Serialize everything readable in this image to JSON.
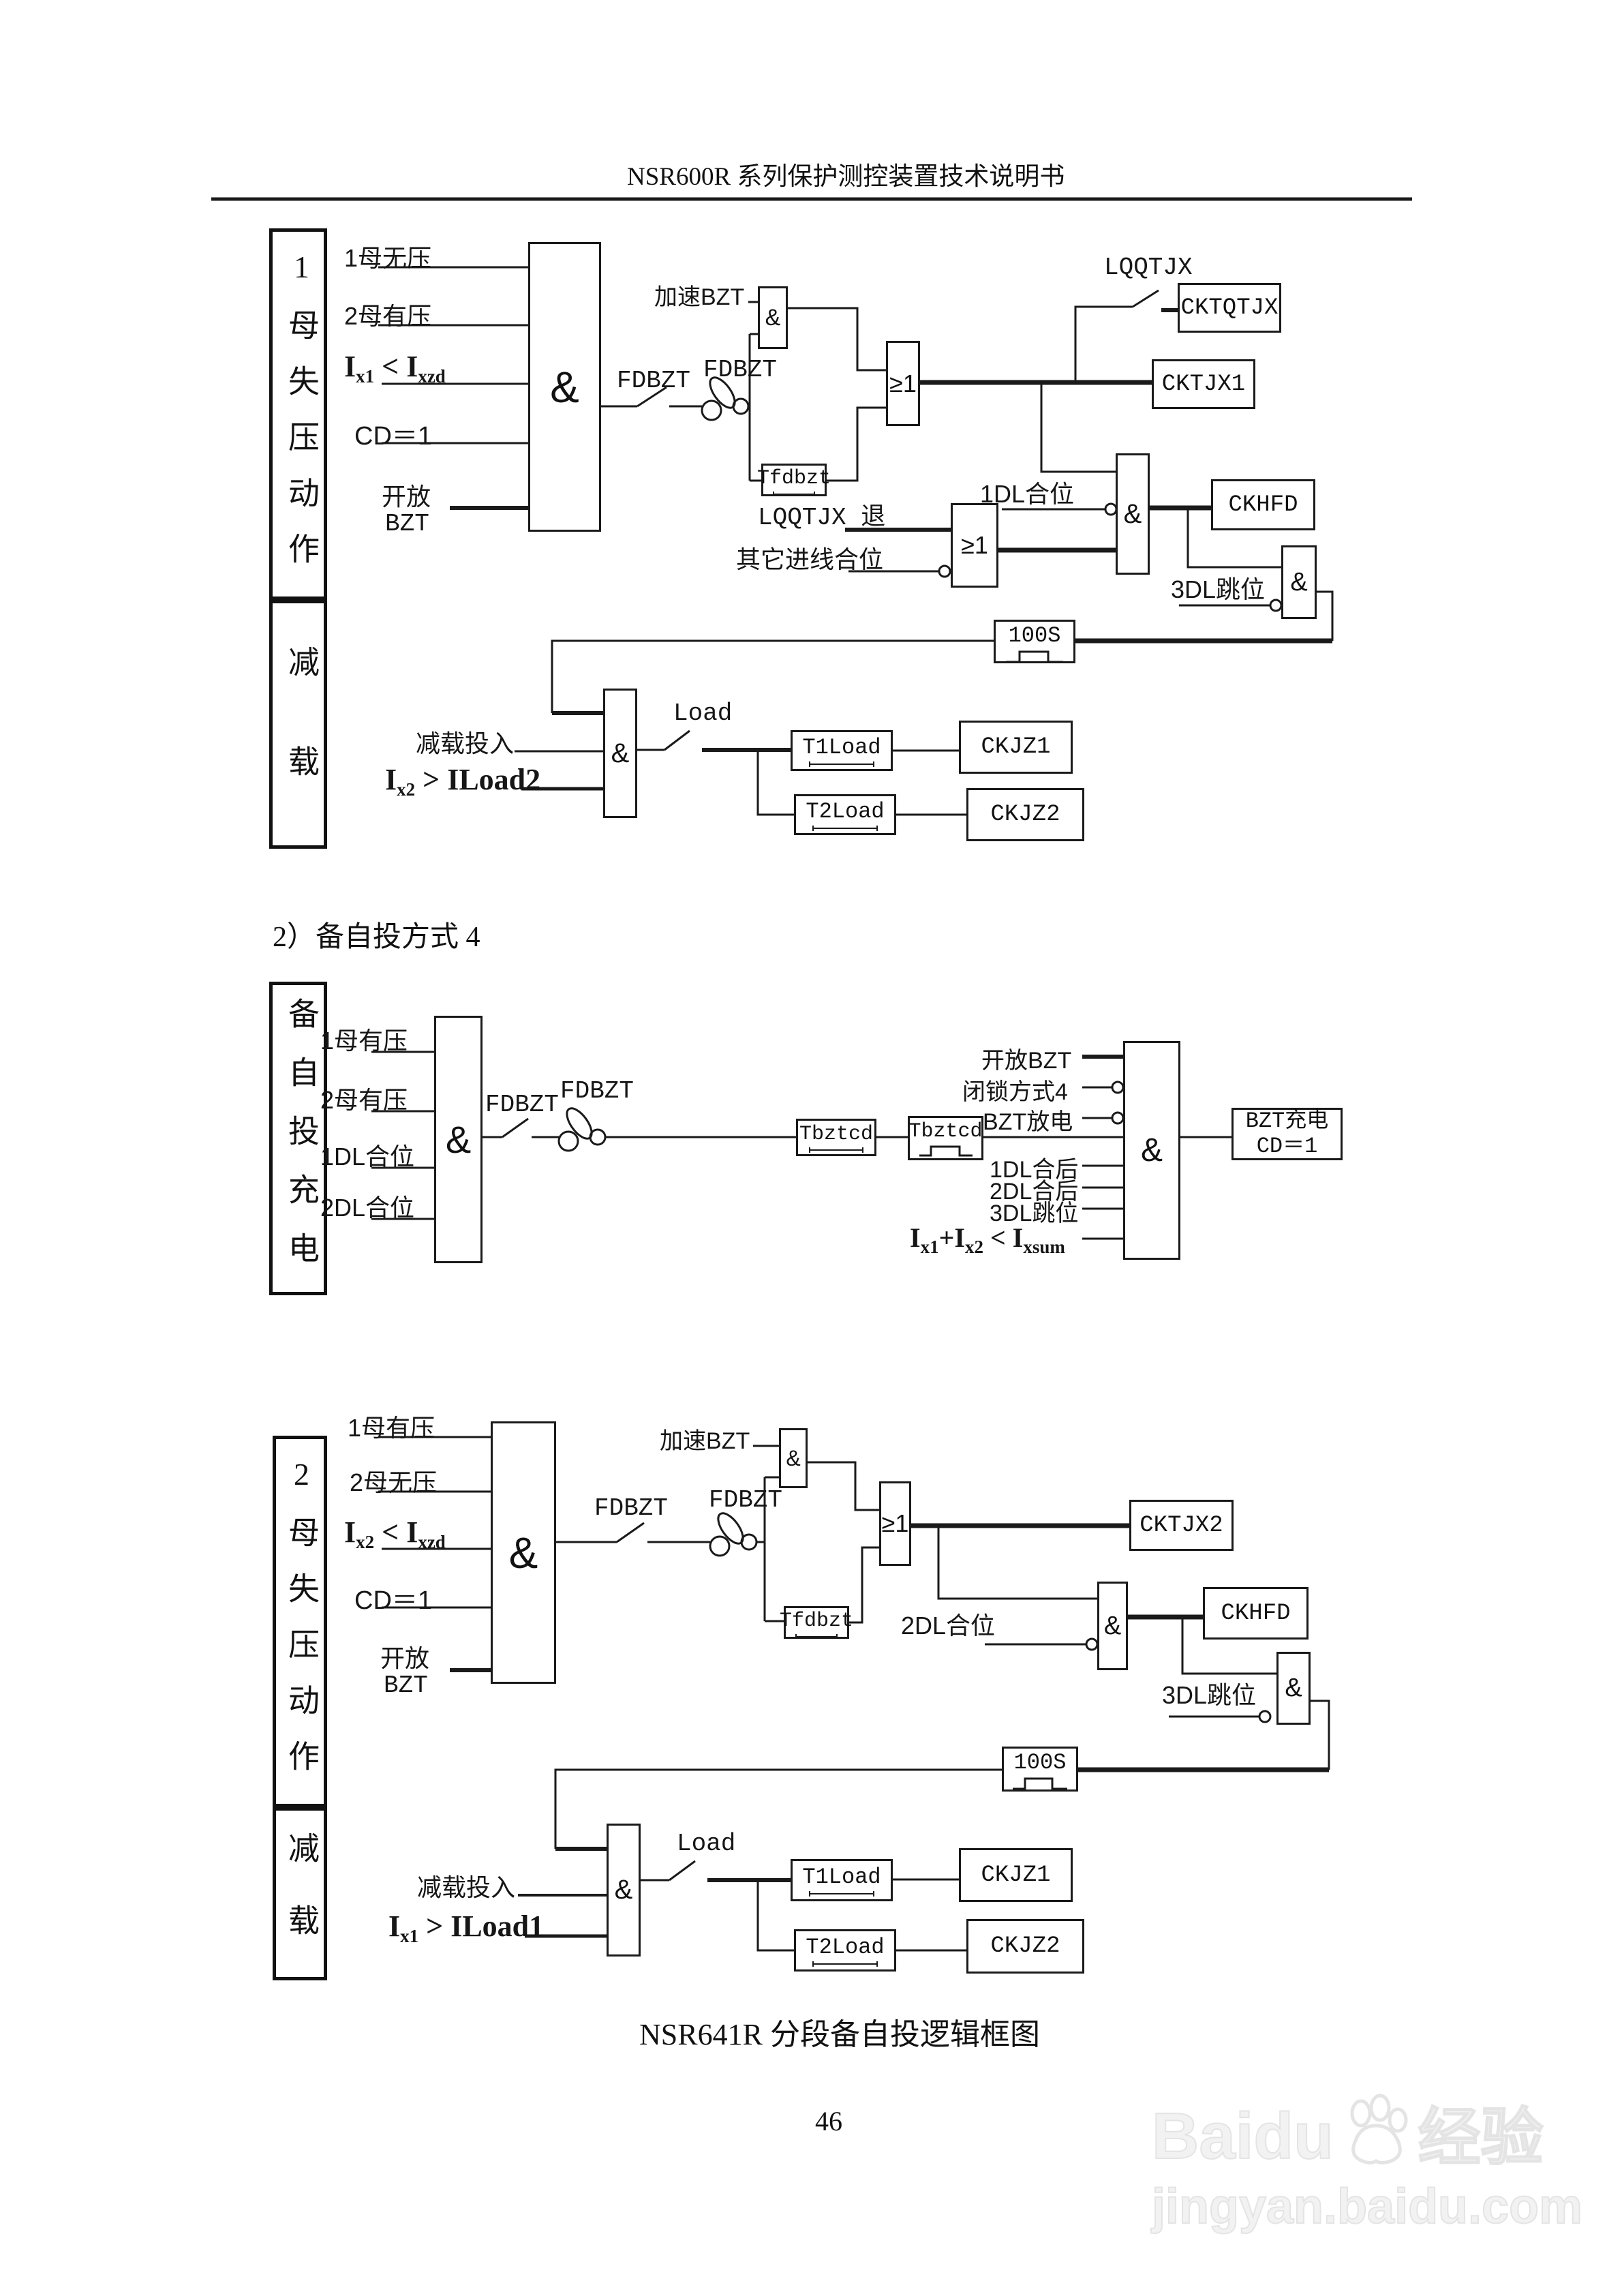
{
  "header": {
    "title": "NSR600R 系列保护测控装置技术说明书"
  },
  "section2_title": "2）备自投方式 4",
  "caption": "NSR641R 分段备自投逻辑框图",
  "page_number": "46",
  "watermark": {
    "brand": "Baidu",
    "suffix": "经验",
    "url": "jingyan.baidu.com"
  },
  "sym": {
    "and": "&",
    "or": "≥1"
  },
  "d1": {
    "side_top": "1母失压动作",
    "side_bottom": "减载",
    "in_1": "1母无压",
    "in_2": "2母有压",
    "ix": {
      "b": "I",
      "s": "x1",
      "op": " < ",
      "b2": "I",
      "s2": "xzd"
    },
    "in_cd": "CD＝1",
    "in_kf1": "开放",
    "in_kf2": "BZT",
    "fdbzt": "FDBZT",
    "jiasu": "加速BZT",
    "tfdbzt": "Tfdbzt",
    "lqqtjx": "LQQTJX",
    "cktqtjx": "CKTQTJX",
    "cktjx1": "CKTJX1",
    "lqq_tui": "LQQTJX 退",
    "qita": "其它进线合位",
    "dl1": "1DL合位",
    "ckhfd": "CKHFD",
    "dl3": "3DL跳位",
    "t100": "100S",
    "jz": "减载投入",
    "iload": {
      "b": "I",
      "s": "x2",
      "op": " > ILoad2"
    },
    "load": "Load",
    "t1": "T1Load",
    "ckjz1": "CKJZ1",
    "t2": "T2Load",
    "ckjz2": "CKJZ2"
  },
  "d2": {
    "side": "备自投充电",
    "in_1": "1母有压",
    "in_2": "2母有压",
    "in_3": "1DL合位",
    "in_4": "2DL合位",
    "fdbzt": "FDBZT",
    "tbztcd": "Tbztcd",
    "r_kf": "开放BZT",
    "r_bs": "闭锁方式4",
    "r_fd": "BZT放电",
    "r_h1": "1DL合后",
    "r_h2": "2DL合后",
    "r_t3": "3DL跳位",
    "ixsum": {
      "b": "I",
      "s": "x1",
      "op": "+",
      "b2": "I",
      "s2": "x2",
      "op2": " < ",
      "b3": "I",
      "s3": "xsum"
    },
    "out1": "BZT充电",
    "out2": "CD＝1"
  },
  "d3": {
    "side_top": "2母失压动作",
    "side_bottom": "减载",
    "in_1": "1母有压",
    "in_2": "2母无压",
    "ix": {
      "b": "I",
      "s": "x2",
      "op": " < ",
      "b2": "I",
      "s2": "xzd"
    },
    "in_cd": "CD＝1",
    "in_kf1": "开放",
    "in_kf2": "BZT",
    "fdbzt": "FDBZT",
    "jiasu": "加速BZT",
    "tfdbzt": "Tfdbzt",
    "cktjx2": "CKTJX2",
    "dl2": "2DL合位",
    "ckhfd": "CKHFD",
    "dl3": "3DL跳位",
    "t100": "100S",
    "jz": "减载投入",
    "iload": {
      "b": "I",
      "s": "x1",
      "op": " > ILoad1"
    },
    "load": "Load",
    "t1": "T1Load",
    "ckjz1": "CKJZ1",
    "t2": "T2Load",
    "ckjz2": "CKJZ2"
  }
}
